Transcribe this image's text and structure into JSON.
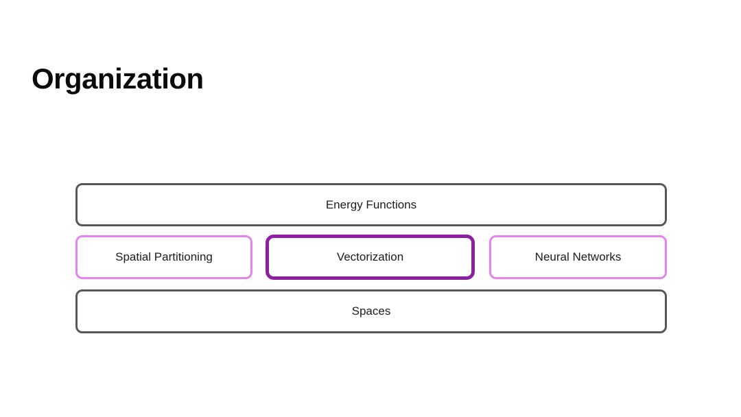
{
  "slide": {
    "title": "Organization"
  },
  "colors": {
    "background": "#ffffff",
    "gray_border": "#58585c",
    "pink_border": "#e583f1",
    "purple_border": "#8d1fa3",
    "label_text": "#1c1c1e",
    "title_text": "#0b0b0b"
  },
  "diagram": {
    "rows": [
      {
        "boxes": [
          {
            "label": "Energy Functions",
            "style": "gray"
          }
        ]
      },
      {
        "boxes": [
          {
            "label": "Spatial Partitioning",
            "style": "pink"
          },
          {
            "label": "Vectorization",
            "style": "purple"
          },
          {
            "label": "Neural Networks",
            "style": "pink"
          }
        ]
      },
      {
        "boxes": [
          {
            "label": "Spaces",
            "style": "gray"
          }
        ]
      }
    ]
  }
}
